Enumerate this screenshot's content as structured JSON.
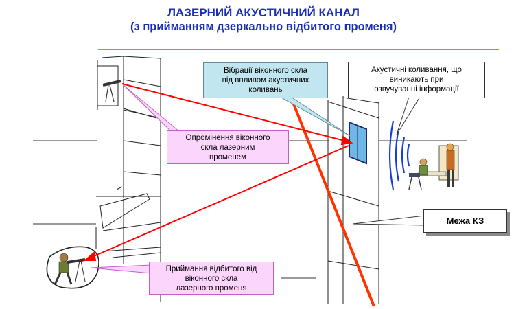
{
  "title": {
    "line1": "ЛАЗЕРНИЙ АКУСТИЧНИЙ КАНАЛ",
    "line2": "(з прийманням дзеркально відбитого променя)"
  },
  "callouts": {
    "irradiation": [
      "Опромінення віконного",
      "скла лазерним",
      "променем"
    ],
    "receiving": [
      "Приймання відбитого від",
      "віконного скла",
      "лазерного променя"
    ],
    "vibration": [
      "Вібрації віконного скла",
      "під впливом акустичних",
      "коливань"
    ],
    "acoustic": [
      "Акустичні коливання, що",
      "виникають при",
      "озвучуванні інформації"
    ],
    "boundary": "Межа КЗ"
  },
  "colors": {
    "title": "#1a2fb8",
    "title_rule": "#d9822b",
    "laser": "#ff0000",
    "boundary_line": "#ff3300",
    "callout_pink": "#fbd5fb",
    "callout_blue": "#c2e6ef",
    "sound_waves": "#1a3cd8"
  }
}
